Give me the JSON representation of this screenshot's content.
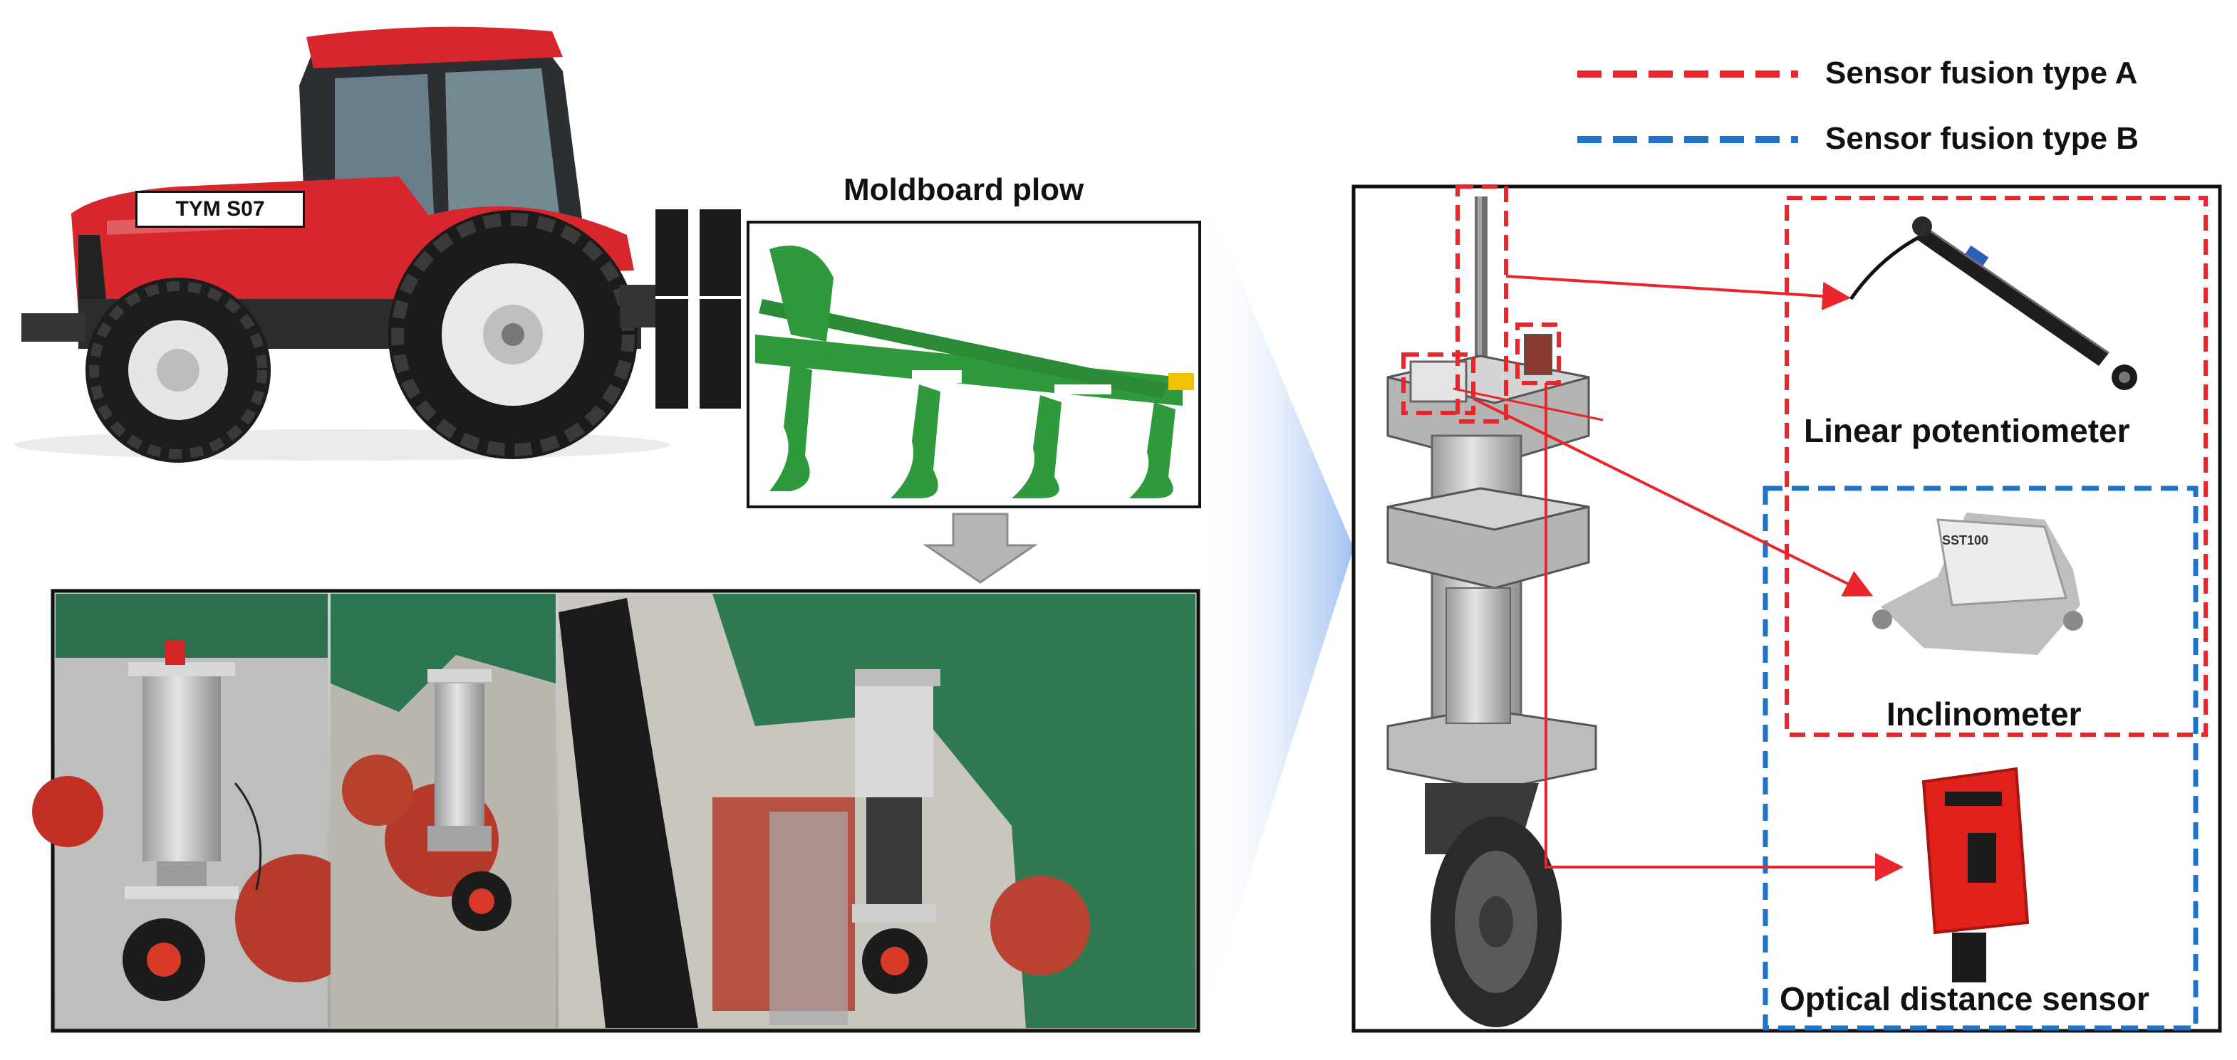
{
  "legend": {
    "items": [
      {
        "label": "Sensor fusion type A",
        "color": "#e8262b"
      },
      {
        "label": "Sensor fusion type B",
        "color": "#1f73c8"
      }
    ]
  },
  "tractor": {
    "model_tag": "TYM S07"
  },
  "plow": {
    "title": "Moldboard plow"
  },
  "sensors": {
    "linear_potentiometer": "Linear potentiometer",
    "inclinometer": "Inclinometer",
    "optical_distance_sensor": "Optical distance sensor",
    "inclinometer_model": "SST100"
  },
  "colors": {
    "type_a": "#e8262b",
    "type_b": "#1f73c8",
    "tractor_red": "#d7262c",
    "plow_green": "#2f9a3c",
    "frame_green": "#23714a",
    "arrow_gray": "#b5b5b5"
  }
}
